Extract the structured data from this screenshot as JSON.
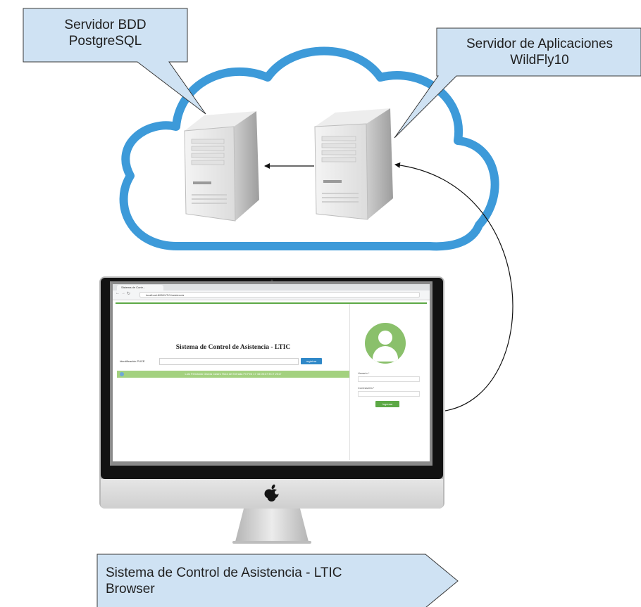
{
  "callouts": {
    "database": {
      "line1": "Servidor BDD",
      "line2": "PostgreSQL"
    },
    "app_server": {
      "line1": "Servidor de Aplicaciones",
      "line2": "WildFly10"
    },
    "browser": {
      "line1": "Sistema de Control de Asistencia - LTIC",
      "line2": "Browser"
    }
  },
  "browser_window": {
    "tab_title": "Sistema de Contr...",
    "url": "localhost:8080/LTIC/asistencia"
  },
  "app": {
    "title": "Sistema de Control de Asistencia - LTIC",
    "id_label": "Identificación PUCE",
    "register_button": "registrar",
    "notice": "Luis Fernando Garcia Castro  Hora de Entrada  Fri Feb 17 16:05:37 ECT 2017",
    "user_label": "Usuario *",
    "password_label": "Contraseña *",
    "login_button": "Ingresar"
  },
  "colors": {
    "cloud_stroke": "#3d9ad9",
    "callout_fill": "#cfe2f3",
    "accent_green": "#5ca845",
    "notice_green": "#a3d17f",
    "button_blue": "#2f88c8"
  },
  "icons": {
    "servers": "server-tower-icon",
    "avatar": "user-avatar-icon",
    "monitor_logo": "apple-logo-icon"
  }
}
